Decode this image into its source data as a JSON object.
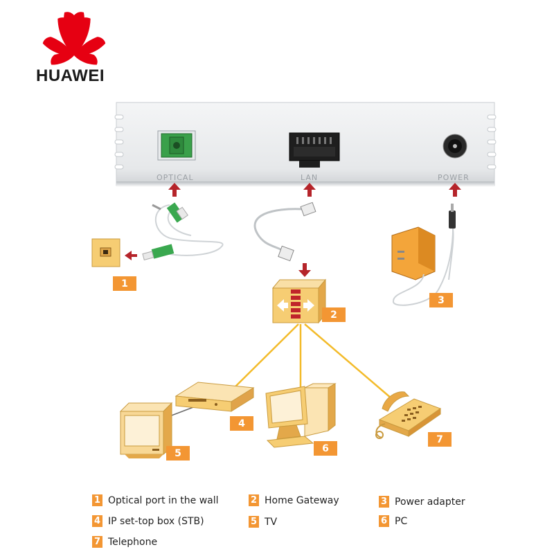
{
  "brand": {
    "name": "HUAWEI",
    "logo_color": "#e60012"
  },
  "ports": {
    "optical": "OPTICAL",
    "lan": "LAN",
    "power": "POWER"
  },
  "badges": [
    "1",
    "2",
    "3",
    "4",
    "5",
    "6",
    "7"
  ],
  "legend": [
    {
      "num": "1",
      "label": "Optical port in the wall"
    },
    {
      "num": "2",
      "label": "Home Gateway"
    },
    {
      "num": "3",
      "label": "Power adapter"
    },
    {
      "num": "4",
      "label": "IP set-top box (STB)"
    },
    {
      "num": "5",
      "label": "TV"
    },
    {
      "num": "6",
      "label": "PC"
    },
    {
      "num": "7",
      "label": "Telephone"
    }
  ],
  "colors": {
    "accent_orange": "#f39633",
    "arrow_red": "#b5242a",
    "link_yellow": "#f3bb2a",
    "device_fill": "#f6d596",
    "fiber_green": "#2fa84f"
  }
}
